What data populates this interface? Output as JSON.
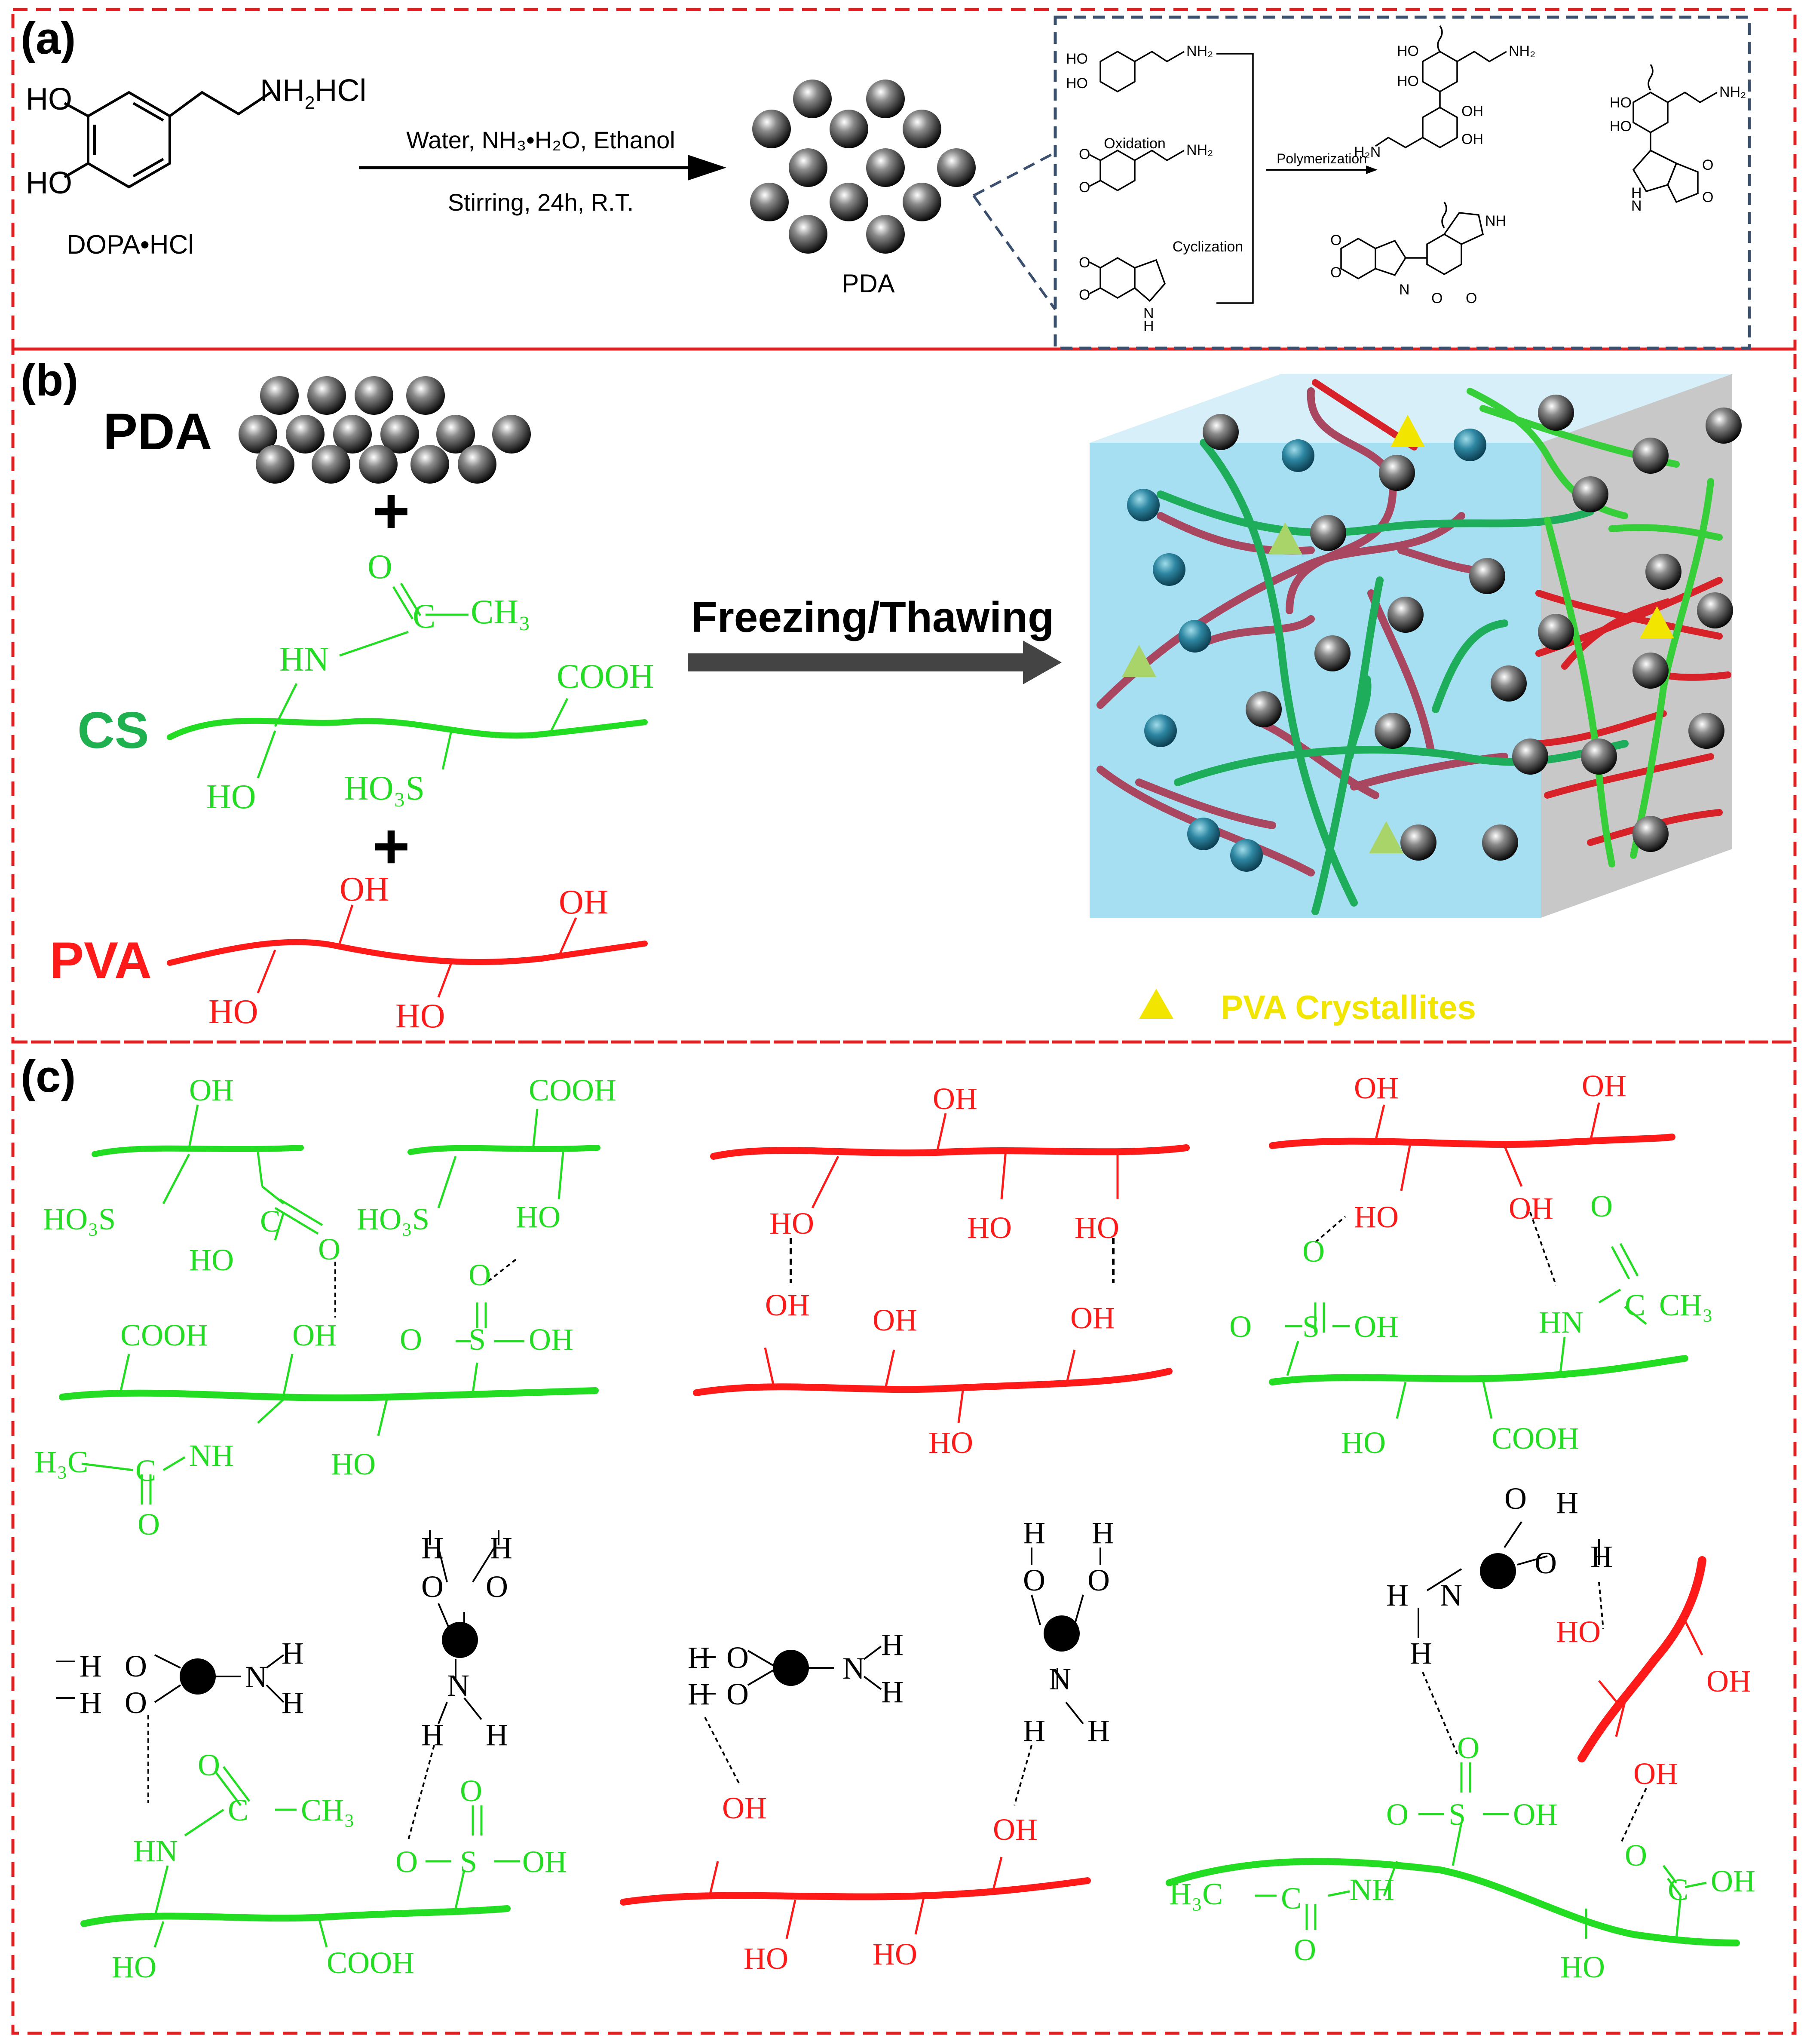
{
  "colors": {
    "frame": "#e02020",
    "inset_frame": "#3b4f6e",
    "cs_green": "#22dd22",
    "pva_red": "#ff1a1a",
    "crystallite_yellow": "#f2e600",
    "gel_blue": "#a7dff2",
    "gel_gray": "#c8c8c8"
  },
  "panel_a": {
    "label": "(a)",
    "reactant": {
      "oh1": "HO",
      "oh2": "HO",
      "amine": "NH",
      "amine_sub": "2",
      "amine_tail": "HCl",
      "name": "DOPA•HCl"
    },
    "arrow_top": "Water, NH₃•H₂O, Ethanol",
    "arrow_bottom": "Stirring, 24h, R.T.",
    "product": "PDA",
    "inset": {
      "oxidation": "Oxidation",
      "cyclization": "Cyclization",
      "polymerization": "Polymerization",
      "ho": "HO",
      "oh": "OH",
      "nh2": "NH₂",
      "h2n": "H₂N",
      "nh": "NH",
      "n": "N",
      "h": "H",
      "o": "O"
    }
  },
  "panel_b": {
    "label": "(b)",
    "pda": "PDA",
    "plus": "+",
    "cs_label": "CS",
    "pva_label": "PVA",
    "cs_groups": {
      "o": "O",
      "ch3": "CH₃",
      "hn": "HN",
      "c": "C",
      "cooh": "COOH",
      "ho": "HO",
      "ho3s": "HO₃S"
    },
    "pva_groups": {
      "oh": "OH",
      "ho": "HO"
    },
    "arrow_label": "Freezing/Thawing",
    "legend": "PVA Crystallites"
  },
  "panel_c": {
    "label": "(c)",
    "groups": {
      "oh": "OH",
      "ho": "HO",
      "cooh": "COOH",
      "ho3s": "HO₃S",
      "o": "O",
      "c": "C",
      "s": "S",
      "nh": "NH",
      "hn": "HN",
      "h3c": "H₃C",
      "ch3": "CH₃",
      "h": "H",
      "n": "N"
    }
  }
}
